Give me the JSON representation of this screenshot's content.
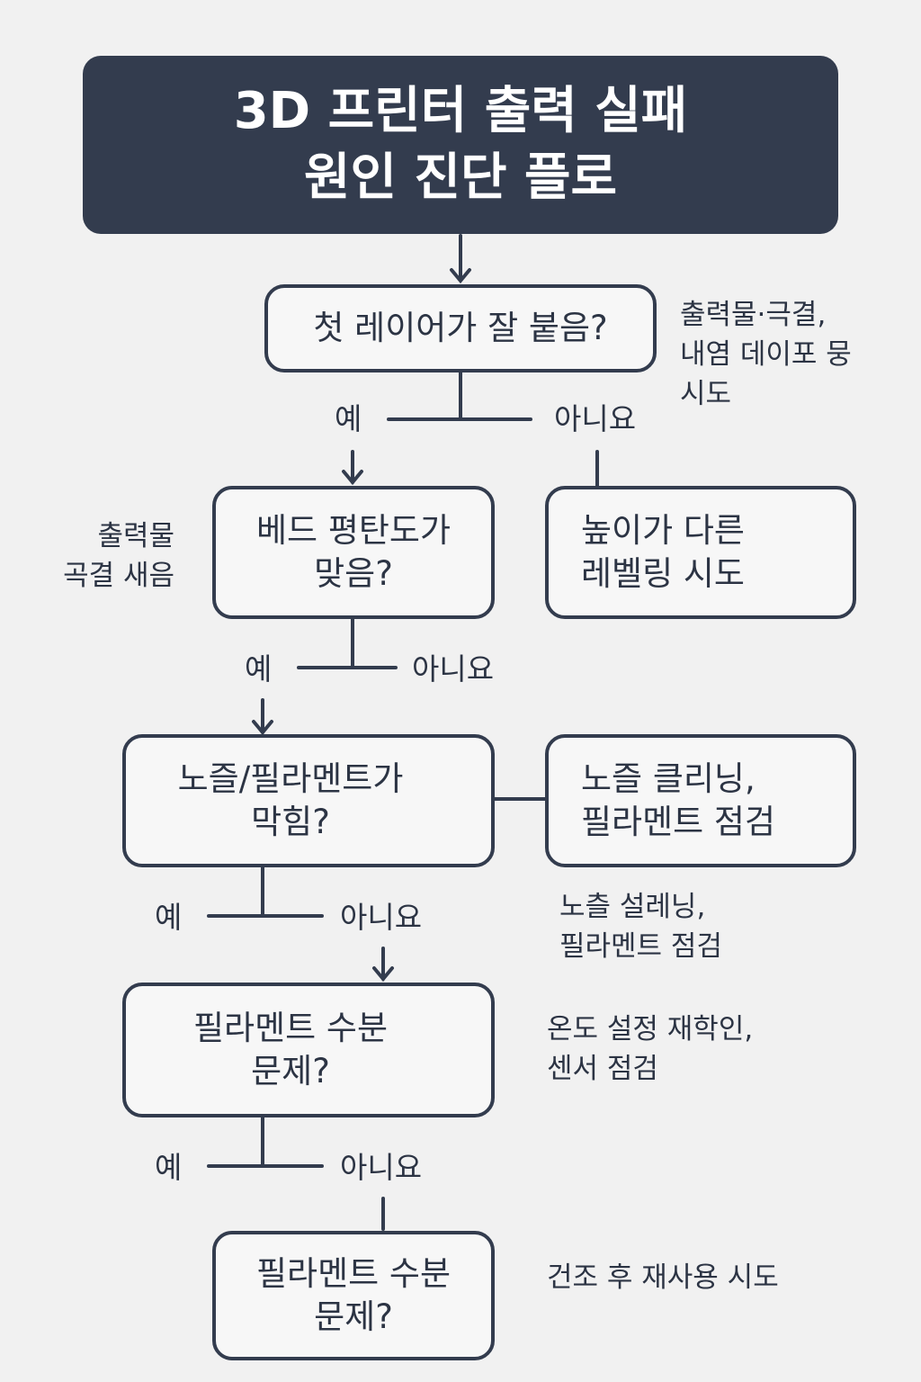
{
  "title": {
    "line1": "3D 프린터 출력 실패",
    "line2": "원인 진단 플로"
  },
  "nodes": {
    "q1": {
      "line1": "첫 레이어가 잘 붙음?"
    },
    "q2": {
      "line1": "베드 평탄도가",
      "line2": "맞음?"
    },
    "a_level": {
      "line1": "높이가 다른",
      "line2": "레벨링 시도"
    },
    "q3": {
      "line1": "노즐/필라멘트가",
      "line2": "막힘?"
    },
    "a_nozzle": {
      "line1": "노즐  클리닝,",
      "line2": "필라멘트 점검"
    },
    "q4": {
      "line1": "필라멘트 수분",
      "line2": "문제?"
    },
    "q5": {
      "line1": "필라멘트 수분",
      "line2": "문제?"
    }
  },
  "notes": {
    "n1": {
      "line1": "출력물·극결,",
      "line2": "내염 데이포 뭉",
      "line3": "시도"
    },
    "n2": {
      "line1": "출력물",
      "line2": "곡결 새음"
    },
    "n3": {
      "line1": "노츨 설레닝,",
      "line2": "필라멘트 점검"
    },
    "n4": {
      "line1": "온도 설정 재학인,",
      "line2": "센서 점검"
    },
    "n5": {
      "line1": "건조 후 재사용 시도"
    }
  },
  "branches": {
    "b1": {
      "yes": "예",
      "no": "아니요"
    },
    "b2": {
      "yes": "예",
      "no": "아니요"
    },
    "b3": {
      "yes": "예",
      "no": "아니요"
    },
    "b4": {
      "yes": "예",
      "no": "아니요"
    }
  },
  "colors": {
    "dark": "#333c4e",
    "background": "#f1f1f1",
    "text": "#2c3444"
  }
}
